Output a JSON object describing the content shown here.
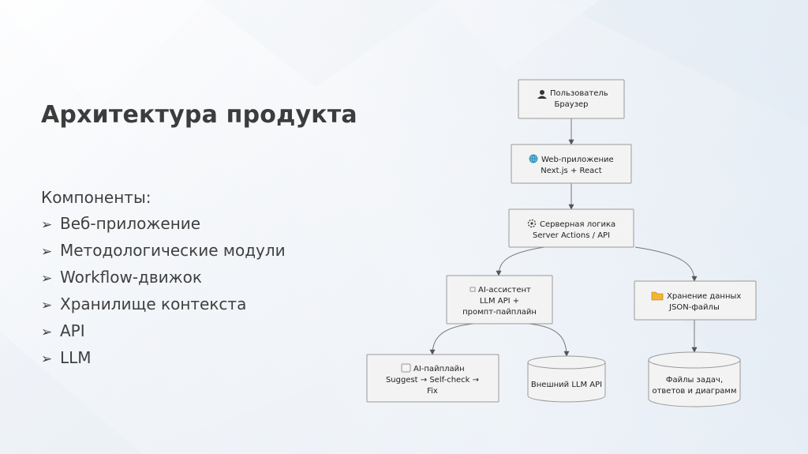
{
  "slide": {
    "title": "Архитектура продукта",
    "components_heading": "Компоненты:",
    "bullet_symbol": "➢",
    "components": [
      "Веб-приложение",
      "Методологические модули",
      "Workflow-движок",
      "Хранилище контекста",
      "API",
      "LLM"
    ]
  },
  "diagram": {
    "user": {
      "icon": "person-icon",
      "line1": "Пользователь",
      "line2": "Браузер"
    },
    "webapp": {
      "icon": "globe-icon",
      "line1": "Web-приложение",
      "line2": "Next.js + React"
    },
    "server": {
      "icon": "gear-icon",
      "line1": "Серверная логика",
      "line2": "Server Actions / API"
    },
    "assistant": {
      "icon": "robot-icon",
      "line1": "AI-ассистент",
      "line2": "LLM API +",
      "line3": "промпт-пайплайн"
    },
    "storage": {
      "icon": "folder-icon",
      "line1": "Хранение данных",
      "line2": "JSON-файлы"
    },
    "pipeline": {
      "icon": "loop-icon",
      "line1": "AI-пайплайн",
      "line2": "Suggest → Self-check →",
      "line3": "Fix"
    },
    "external_llm": {
      "label": "Внешний LLM API"
    },
    "files": {
      "line1": "Файлы задач,",
      "line2": "ответов и диаграмм"
    }
  },
  "colors": {
    "background": "#f3f5f8",
    "node_fill": "#f3f3f3",
    "node_border": "#9a9a9a",
    "edge": "#777777",
    "title_text": "#3c3c3c"
  }
}
